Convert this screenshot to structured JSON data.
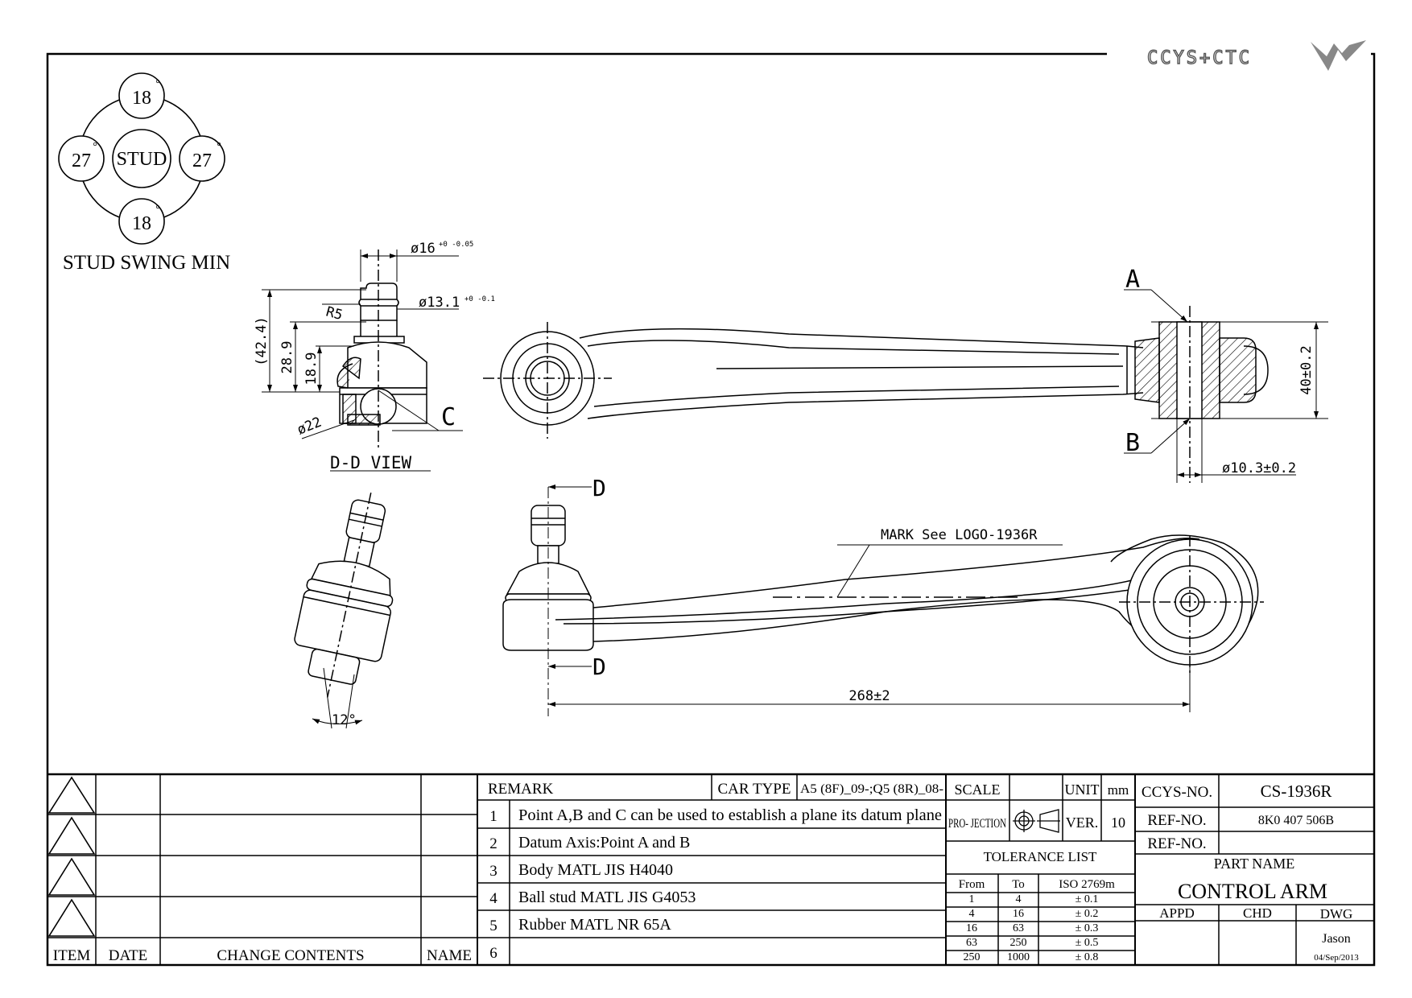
{
  "logo": {
    "text": "CCYS+CTC"
  },
  "swing": {
    "caption": "STUD SWING MIN",
    "top": "18",
    "bottom": "18",
    "left": "27",
    "right": "27",
    "center": "STUD",
    "degree_mark": "°"
  },
  "views": {
    "dd_view": "D-D VIEW",
    "mark_note": "MARK See LOGO-1936R",
    "labels": {
      "a": "A",
      "b": "B",
      "c": "C",
      "d_top": "D",
      "d_bottom": "D"
    }
  },
  "dimensions": {
    "stud_dia": "ø16",
    "stud_dia_tol": "+0 -0.05",
    "neck_dia": "ø13.1",
    "neck_dia_tol": "+0 -0.1",
    "radius": "R5",
    "h_total": "(42.4)",
    "h_28": "28.9",
    "h_18": "18.9",
    "ball_dia": "ø22",
    "bush_height": "40±0.2",
    "bush_bore": "ø10.3±0.2",
    "length": "268±2",
    "angle": "12°"
  },
  "revision_table": {
    "headers": {
      "item": "ITEM",
      "date": "DATE",
      "change": "CHANGE CONTENTS",
      "name": "NAME"
    }
  },
  "remarks": {
    "title": "REMARK",
    "car_type_label": "CAR TYPE",
    "car_type_value": "A5 (8F)_09-;Q5 (8R)_08-",
    "items": [
      {
        "no": "1",
        "text": "Point A,B and C can be used to establish a plane its datum plane"
      },
      {
        "no": "2",
        "text": "Datum Axis:Point A and B"
      },
      {
        "no": "3",
        "text": "Body MATL JIS H4040"
      },
      {
        "no": "4",
        "text": "Ball stud MATL JIS G4053"
      },
      {
        "no": "5",
        "text": "Rubber MATL NR 65A"
      },
      {
        "no": "6",
        "text": ""
      }
    ]
  },
  "specs": {
    "scale_label": "SCALE",
    "scale_value": "",
    "unit_label": "UNIT",
    "unit_value": "mm",
    "projection_label": "PRO- JECTION",
    "ver_label": "VER.",
    "ver_value": "10",
    "tolerance_title": "TOLERANCE LIST",
    "tol_headers": {
      "from": "From",
      "to": "To",
      "iso": "ISO 2769m"
    },
    "tolerances": [
      {
        "from": "1",
        "to": "4",
        "tol": "± 0.1"
      },
      {
        "from": "4",
        "to": "16",
        "tol": "± 0.2"
      },
      {
        "from": "16",
        "to": "63",
        "tol": "± 0.3"
      },
      {
        "from": "63",
        "to": "250",
        "tol": "± 0.5"
      },
      {
        "from": "250",
        "to": "1000",
        "tol": "± 0.8"
      }
    ]
  },
  "part": {
    "ccys_label": "CCYS-NO.",
    "ccys_value": "CS-1936R",
    "ref1_label": "REF-NO.",
    "ref1_value": "8K0 407 506B",
    "ref2_label": "REF-NO.",
    "ref2_value": "",
    "part_name_label": "PART NAME",
    "part_name_value": "CONTROL ARM",
    "appd_label": "APPD",
    "chd_label": "CHD",
    "dwg_label": "DWG",
    "drawer": "Jason",
    "date": "04/Sep/2013"
  }
}
